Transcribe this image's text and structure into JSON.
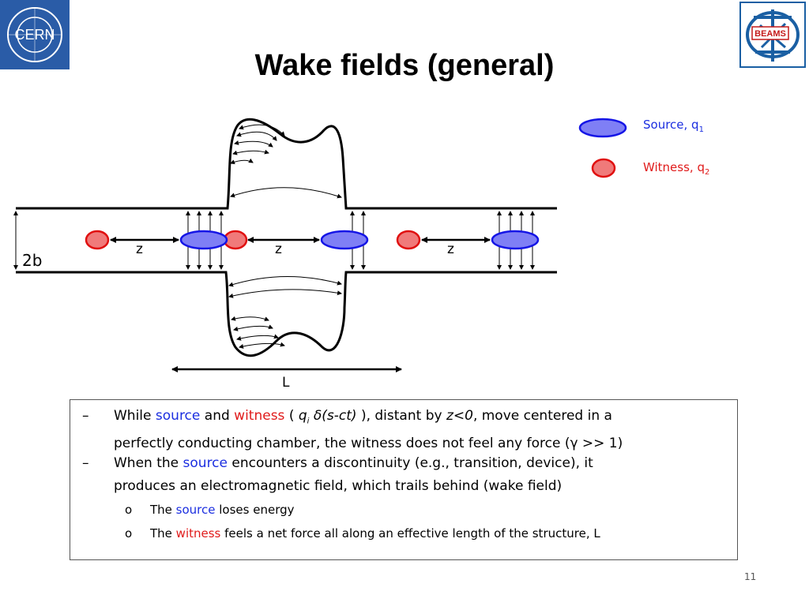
{
  "slide": {
    "title": "Wake fields (general)",
    "page_number": "11"
  },
  "logos": {
    "left_text": "CERN",
    "right_text": "BEAMS"
  },
  "legend": {
    "source_label": "Source, q",
    "source_sub": "1",
    "witness_label": "Witness, q",
    "witness_sub": "2"
  },
  "diagram": {
    "aperture_label": "2b",
    "distance_label_1": "z",
    "distance_label_2": "z",
    "distance_label_3": "z",
    "length_label": "L"
  },
  "bullets": {
    "b1_while": "While ",
    "b1_source": "source",
    "b1_and": " and ",
    "b1_witness": "witness",
    "b1_paren": " ( ",
    "b1_q": "q",
    "b1_qi": "i",
    "b1_delta": " δ",
    "b1_arg": "(s-ct)",
    "b1_mid": " ), distant by ",
    "b1_z": "z<0",
    "b1_end": ", move centered in a",
    "b1_line2": "perfectly conducting chamber, the witness does not feel any force (γ >> 1)",
    "b2_when": "When the ",
    "b2_source": "source",
    "b2_end": " encounters a discontinuity (e.g., transition, device), it",
    "b2_line2": "produces an electromagnetic field, which trails behind (wake field)",
    "s1_the": "The ",
    "s1_source": "source",
    "s1_end": " loses energy",
    "s2_the": "The ",
    "s2_witness": "witness",
    "s2_end": " feels a net force all along an effective length of the structure, L"
  },
  "colors": {
    "source_fill": "#7f7ff5",
    "source_stroke": "#1515e6",
    "witness_fill": "#f07a7a",
    "witness_stroke": "#e01010",
    "cern_blue": "#2a5ca7",
    "beams_blue": "#1a5fa3"
  },
  "icons": [
    "cern-logo",
    "beams-logo",
    "dash-bullet",
    "circle-bullet"
  ]
}
